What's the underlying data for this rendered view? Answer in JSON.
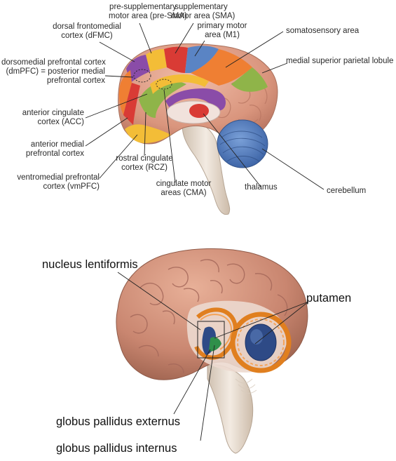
{
  "top_labels": {
    "pre_sma": "pre-supplementary\nmotor area (pre-SMA)",
    "sma": "supplementary\nmotor area (SMA)",
    "m1": "primary motor\narea (M1)",
    "somatosensory": "somatosensory area",
    "dfmc": "dorsal frontomedial\ncortex (dFMC)",
    "dmpfc": "dorsomedial prefrontal cortex\n(dmPFC) = posterior medial\nprefrontal cortex",
    "mspl": "medial superior parietal lobule",
    "acc": "anterior cingulate\ncortex (ACC)",
    "ampfc": "anterior medial\nprefrontal cortex",
    "rcz": "rostral cingulate\ncortex (RCZ)",
    "vmpfc": "ventromedial prefrontal\ncortex (vmPFC)",
    "cma": "cingulate motor\nareas (CMA)",
    "thalamus": "thalamus",
    "cerebellum": "cerebellum"
  },
  "bottom_labels": {
    "nucleus_lentiformis": "nucleus lentiformis",
    "putamen": "putamen",
    "gp_externus": "globus pallidus externus",
    "gp_internus": "globus pallidus internus"
  },
  "colors": {
    "brain_pink": "#e6a48e",
    "purple": "#8a4ca8",
    "red": "#d93b35",
    "blue": "#5a84c4",
    "orange": "#ef7f33",
    "green": "#8fb449",
    "yellow": "#f3bd37",
    "cerebellum": "#4f7cc0",
    "brainstem": "#e9ddd0",
    "putamen_blue": "#2e4a86",
    "pallidus_green": "#2f8f4a",
    "caudate_orange": "#e07f1f"
  }
}
